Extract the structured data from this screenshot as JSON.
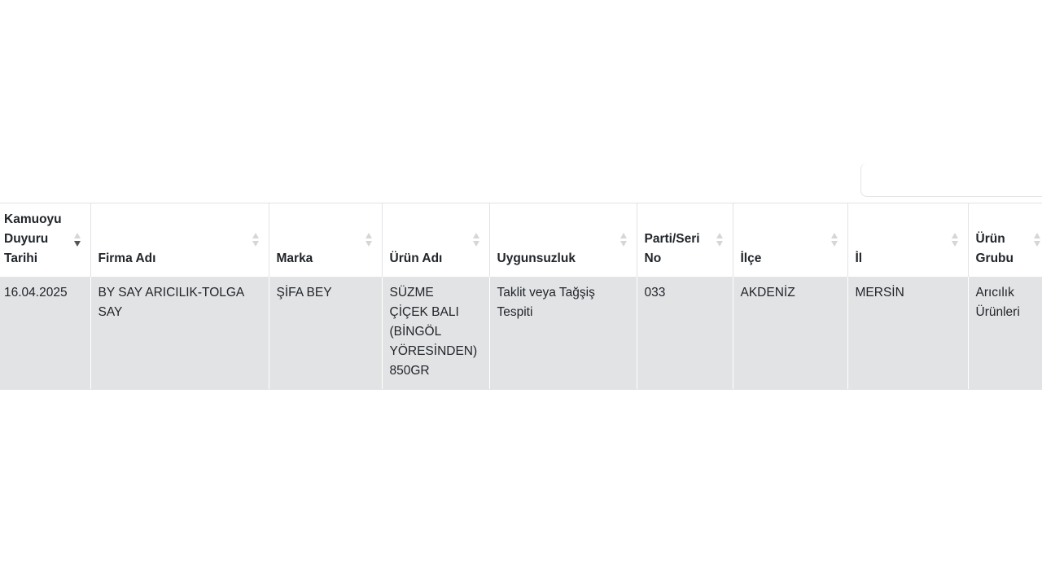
{
  "table": {
    "columns": [
      "Kamuoyu Duyuru Tarihi",
      "Firma Adı",
      "Marka",
      "Ürün Adı",
      "Uygunsuzluk",
      "Parti/Seri No",
      "İlçe",
      "İl",
      "Ürün Grubu"
    ],
    "rows": [
      [
        "16.04.2025",
        "BY SAY ARICILIK-TOLGA SAY",
        "ŞİFA BEY",
        "SÜZME ÇİÇEK BALI (BİNGÖL YÖRESİNDEN) 850GR",
        "Taklit veya Tağşiş Tespiti",
        "033",
        "AKDENİZ",
        "MERSİN",
        "Arıcılık Ürünleri"
      ]
    ],
    "sort_column": "Kamuoyu Duyuru Tarihi",
    "sort_direction": "descending"
  }
}
